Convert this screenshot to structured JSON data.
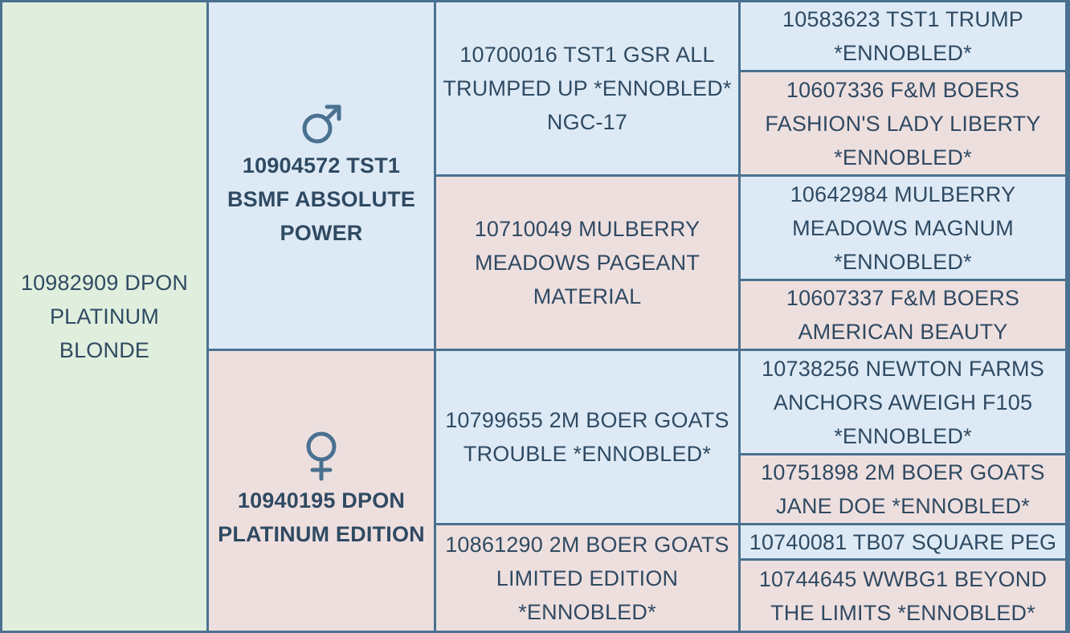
{
  "subject": {
    "name": "10982909 DPON PLATINUM BLONDE"
  },
  "sire": {
    "symbol": "male-symbol",
    "name": "10904572 TST1 BSMF ABSOLUTE POWER"
  },
  "dam": {
    "symbol": "female-symbol",
    "name": "10940195 DPON PLATINUM EDITION"
  },
  "sire_sire": {
    "name": "10700016 TST1 GSR ALL TRUMPED UP *ENNOBLED* NGC-17"
  },
  "sire_dam": {
    "name": "10710049 MULBERRY MEADOWS PAGEANT MATERIAL"
  },
  "dam_sire": {
    "name": "10799655 2M BOER GOATS TROUBLE *ENNOBLED*"
  },
  "dam_dam": {
    "name": "10861290 2M BOER GOATS LIMITED EDITION *ENNOBLED*"
  },
  "ss_sire": {
    "name": "10583623 TST1 TRUMP *ENNOBLED*"
  },
  "ss_dam": {
    "name": "10607336 F&M BOERS FASHION'S LADY LIBERTY *ENNOBLED*"
  },
  "sd_sire": {
    "name": "10642984 MULBERRY MEADOWS MAGNUM *ENNOBLED*"
  },
  "sd_dam": {
    "name": "10607337 F&M BOERS AMERICAN BEAUTY"
  },
  "ds_sire": {
    "name": "10738256 NEWTON FARMS ANCHORS AWEIGH F105 *ENNOBLED*"
  },
  "ds_dam": {
    "name": "10751898 2M BOER GOATS JANE DOE *ENNOBLED*"
  },
  "dd_sire": {
    "name": "10740081 TB07 SQUARE PEG"
  },
  "dd_dam": {
    "name": "10744645 WWBG1 BEYOND THE LIMITS *ENNOBLED*"
  },
  "colors": {
    "border": "#4a7190",
    "subject_bg": "#e0efdd",
    "male_bg": "#ddeaf6",
    "female_bg": "#eedfdf",
    "text": "#2f4a62"
  }
}
